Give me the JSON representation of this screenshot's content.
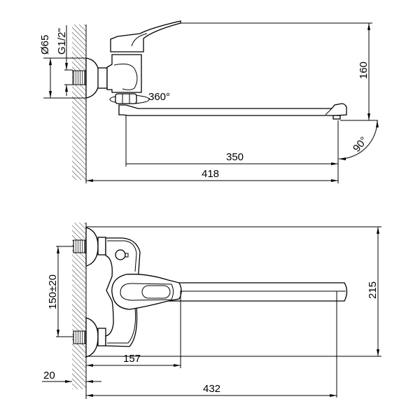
{
  "top_view": {
    "dims": {
      "escutcheon_diameter": "Ø65",
      "thread": "G1/2\"",
      "swivel": "360°",
      "height": "160",
      "spout_rotation": "90°",
      "spout_reach": "350",
      "total_length": "418"
    }
  },
  "front_view": {
    "dims": {
      "inlet_spacing": "150±20",
      "height": "215",
      "lever_reach": "157",
      "wall_offset": "20",
      "total_length": "432"
    }
  }
}
